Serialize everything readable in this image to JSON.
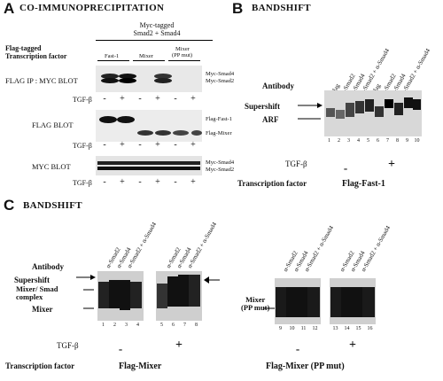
{
  "panelA": {
    "letter": "A",
    "title": "CO-IMMUNOPRECIPITATION",
    "myc_header_1": "Myc-tagged",
    "myc_header_2": "Smad2 + Smad4",
    "flag_tf_1": "Flag-tagged",
    "flag_tf_2": "Transcription factor",
    "cols": [
      "Fast-1",
      "Mixer",
      "Mixer",
      "(PP mut)"
    ],
    "blot1_label": "FLAG IP : MYC BLOT",
    "blot1_bands": [
      "Myc-Smad4",
      "Myc-Smad2"
    ],
    "blot2_label": "FLAG BLOT",
    "blot2_bands": [
      "Flag-Fast-1",
      "Flag-Mixer"
    ],
    "blot3_label": "MYC BLOT",
    "blot3_bands": [
      "Myc-Smad4",
      "Myc-Smad2"
    ],
    "tgf": "TGF-β",
    "signs": [
      "-",
      "+",
      "-",
      "+",
      "-",
      "+"
    ]
  },
  "panelB": {
    "letter": "B",
    "title": "BANDSHIFT",
    "antibodies": [
      "Flag",
      "α-Smad2",
      "α-Smad4",
      "α-Smad2 + α-Smad4",
      "Flag",
      "α-Smad2",
      "α-Smad4",
      "α-Smad2 + α-Smad4"
    ],
    "antibody_label": "Antibody",
    "supershift": "Supershift",
    "arf": "ARF",
    "lanes": [
      "1",
      "2",
      "3",
      "4",
      "5",
      "6",
      "7",
      "8",
      "9",
      "10"
    ],
    "tgf": "TGF-β",
    "minus": "-",
    "plus": "+",
    "tf_label": "Transcription factor",
    "tf_value": "Flag-Fast-1"
  },
  "panelC": {
    "letter": "C",
    "title": "BANDSHIFT",
    "antibody_label": "Antibody",
    "antibodies_left": [
      "α-Smad2",
      "α-Smad4",
      "α-Smad2 + α-Smad4"
    ],
    "antibodies_mid": [
      "α-Smad2",
      "α-Smad4",
      "α-Smad2 + α-Smad4"
    ],
    "antibodies_r1": [
      "α-Smad2",
      "α-Smad4",
      "α-Smad2 + α-Smad4"
    ],
    "antibodies_r2": [
      "α-Smad2",
      "α-Smad4",
      "α-Smad2 + α-Smad4"
    ],
    "supershift": "Supershift",
    "complex_1": "Mixer/ Smad",
    "complex_2": "complex",
    "mixer": "Mixer",
    "mixer_pp_1": "Mixer",
    "mixer_pp_2": "(PP mut)",
    "lanes_left": [
      "1",
      "2",
      "3",
      "4"
    ],
    "lanes_mid": [
      "5",
      "6",
      "7",
      "8"
    ],
    "lanes_r1": [
      "9",
      "10",
      "11",
      "12"
    ],
    "lanes_r2": [
      "13",
      "14",
      "15",
      "16"
    ],
    "tgf": "TGF-β",
    "minus": "-",
    "plus": "+",
    "tf_label": "Transcription factor",
    "tf_left": "Flag-Mixer",
    "tf_right": "Flag-Mixer (PP mut)"
  }
}
